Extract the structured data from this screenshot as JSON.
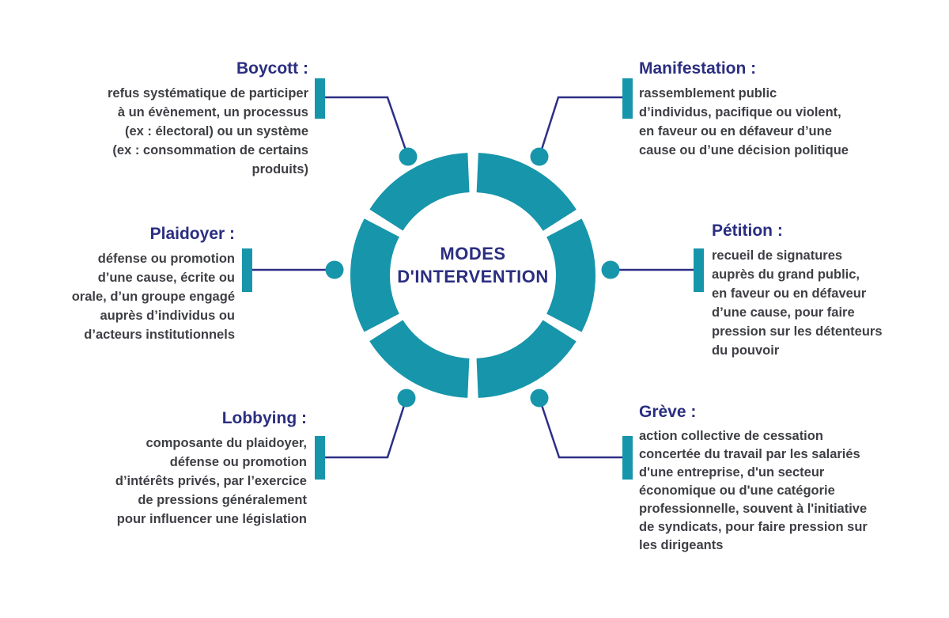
{
  "colors": {
    "teal": "#1795AB",
    "navy": "#2B2E80",
    "connector_line": "#2D2F86",
    "body_text": "#3E3F44",
    "background": "#FFFFFF"
  },
  "center": {
    "line1": "MODES",
    "line2": "D'INTERVENTION"
  },
  "items": [
    {
      "id": "boycott",
      "title": "Boycott :",
      "body": "refus systématique de participer\nà un évènement, un processus\n(ex : électoral) ou un système\n(ex : consommation de certains\nproduits)"
    },
    {
      "id": "manifestation",
      "title": "Manifestation :",
      "body": "rassemblement public\nd’individus, pacifique ou violent,\nen faveur ou en défaveur d’une\ncause ou d’une décision politique"
    },
    {
      "id": "plaidoyer",
      "title": "Plaidoyer :",
      "body": "défense ou promotion\nd’une cause, écrite ou\norale, d’un groupe engagé\nauprès d’individus ou\nd’acteurs institutionnels"
    },
    {
      "id": "petition",
      "title": "Pétition :",
      "body": "recueil de signatures\nauprès du grand public,\nen faveur ou en défaveur\nd’une cause, pour faire\npression sur les détenteurs\ndu pouvoir"
    },
    {
      "id": "lobbying",
      "title": "Lobbying :",
      "body": "composante du plaidoyer,\ndéfense ou promotion\nd’intérêts privés, par l’exercice\nde pressions généralement\npour influencer une législation"
    },
    {
      "id": "greve",
      "title": "Grève :",
      "body": "action collective de cessation\nconcertée du travail par les salariés\nd'une entreprise, d'un secteur\néconomique ou d'une catégorie\nprofessionnelle, souvent à l'initiative\nde syndicats, pour faire pression sur\nles dirigeants"
    }
  ]
}
